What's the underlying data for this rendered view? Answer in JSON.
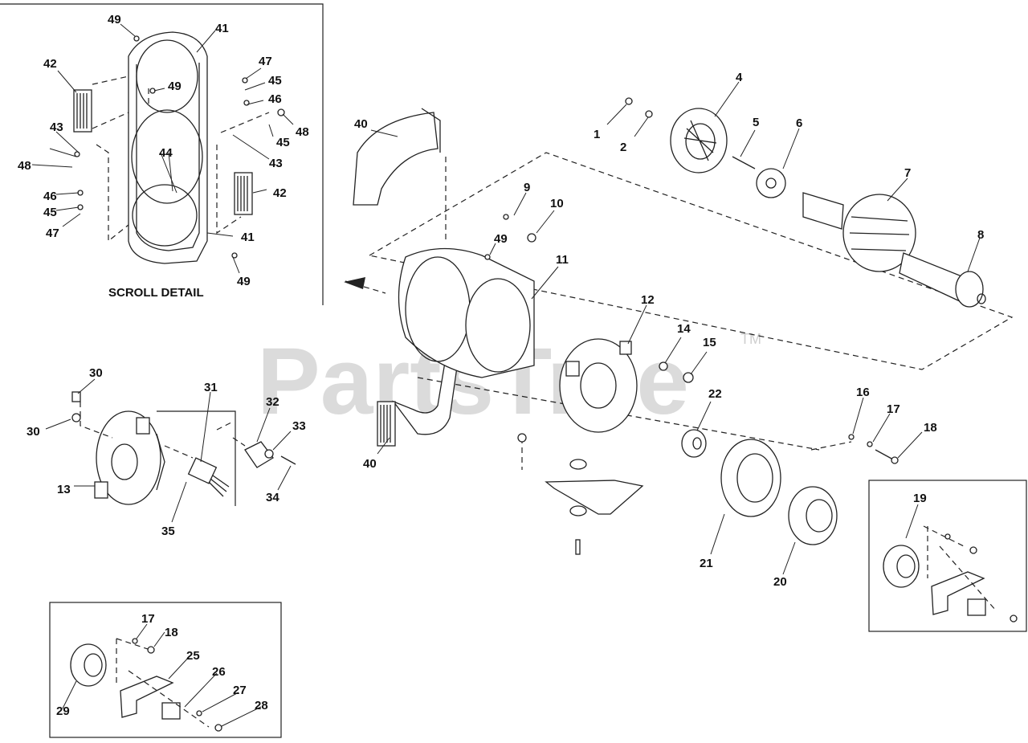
{
  "watermark": {
    "text": "PartsTree",
    "trademark": "TM"
  },
  "scroll_detail": {
    "title": "SCROLL DETAIL",
    "callouts": [
      "49",
      "41",
      "42",
      "49",
      "47",
      "45",
      "46",
      "48",
      "43",
      "45",
      "48",
      "44",
      "43",
      "42",
      "46",
      "45",
      "47",
      "41",
      "49"
    ]
  },
  "main_assembly": {
    "callouts": [
      "40",
      "1",
      "2",
      "4",
      "5",
      "6",
      "7",
      "8",
      "9",
      "10",
      "49",
      "11",
      "12",
      "14",
      "15",
      "22",
      "16",
      "17",
      "18",
      "21",
      "20",
      "40"
    ]
  },
  "inset_19": {
    "callouts": [
      "19"
    ]
  },
  "brush_detail": {
    "callouts": [
      "30",
      "30",
      "31",
      "32",
      "33",
      "13",
      "34",
      "35"
    ]
  },
  "bottom_detail": {
    "callouts": [
      "17",
      "18",
      "25",
      "26",
      "27",
      "28",
      "29"
    ]
  },
  "colors": {
    "line": "#222222",
    "watermark": "#cfcfcf",
    "background": "#ffffff"
  }
}
